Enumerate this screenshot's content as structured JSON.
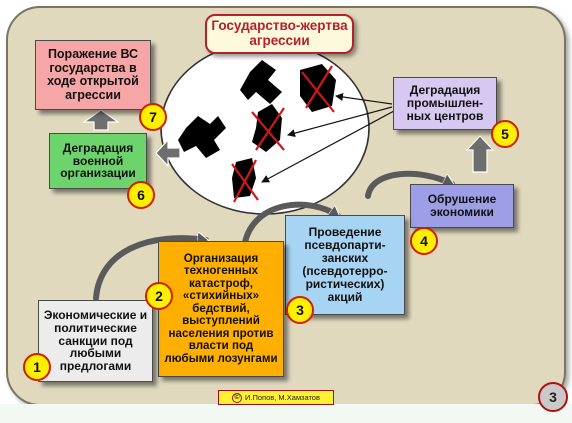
{
  "title": "Государство-жертва агрессии",
  "boxes": {
    "defeat": "Поражение ВС государства в ходе открытой агрессии",
    "military": "Деградация военной организации",
    "industry": "Деградация промышлен-ных центров",
    "economy": "Обрушение экономики",
    "pseudo": "Проведение псевдопарти-занских (псевдотерро-ристических) акций",
    "catastrophe": "Организация техногенных катастроф, «стихийных» бедствий, выступлений населения против власти под любыми лозунгами",
    "sanctions": "Экономические и политические санкции под любыми предлогами"
  },
  "numbers": {
    "n1": "1",
    "n2": "2",
    "n3": "3",
    "n4": "4",
    "n5": "5",
    "n6": "6",
    "n7": "7"
  },
  "credit": "И.Попов, М.Хамзатов",
  "credit_icon": "©",
  "page_number": "3",
  "colors": {
    "board": "#e0d9be",
    "title_red": "#b5202a",
    "defeat_pink": "#f6a6a6",
    "military_green": "#6dd36d",
    "industry_lavender": "#d6c8f0",
    "economy_purple": "#9e9ee6",
    "pseudo_blue": "#a8d4f4",
    "catastrophe_orange": "#ffaf00",
    "sanctions_grey": "#ececec",
    "badge_yellow": "#ffef00"
  }
}
